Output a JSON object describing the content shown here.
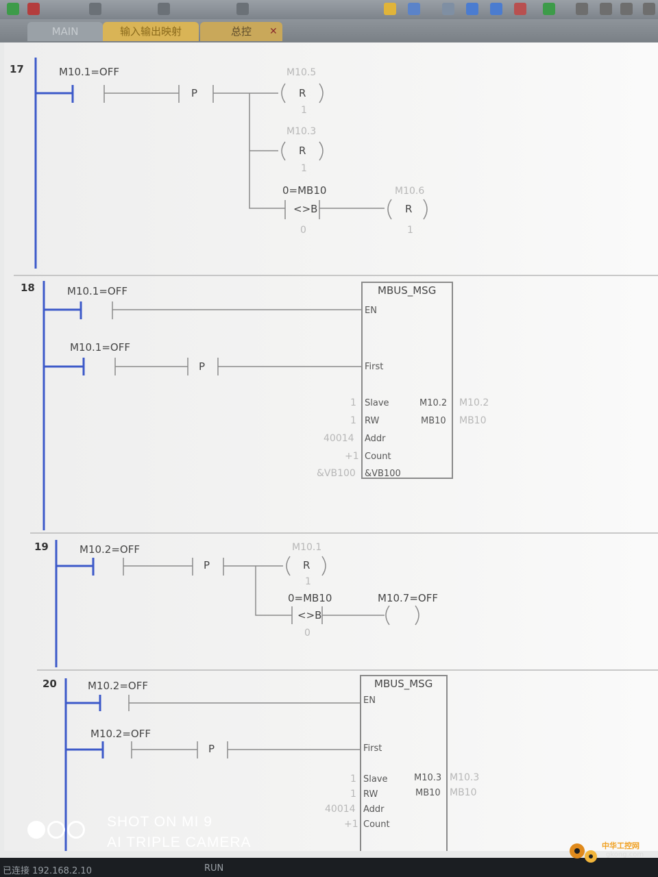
{
  "tabs": [
    {
      "label": "MAIN"
    },
    {
      "label": "输入输出映射"
    },
    {
      "label": "总控"
    }
  ],
  "networks": {
    "n17": {
      "number": "17",
      "contact": "M10.1=OFF",
      "p_label": "P",
      "coil1_addr": "M10.5",
      "coil1_type": "R",
      "coil1_n": "1",
      "coil2_addr": "M10.3",
      "coil2_type": "R",
      "coil2_n": "1",
      "cmp_value": "0=MB10",
      "cmp_op": "<>B",
      "cmp_zero": "0",
      "coil3_addr": "M10.6",
      "coil3_type": "R",
      "coil3_n": "1"
    },
    "n18": {
      "number": "18",
      "contact1": "M10.1=OFF",
      "contact2": "M10.1=OFF",
      "p_label": "P",
      "block_title": "MBUS_MSG",
      "pin_en": "EN",
      "pin_first": "First",
      "pin_slave": "Slave",
      "pin_rw": "RW",
      "pin_addr": "Addr",
      "pin_count": "Count",
      "pin_data": "&VB100",
      "val_slave": "1",
      "val_rw": "1",
      "val_addr": "40014",
      "val_count": "+1",
      "val_data": "&VB100",
      "out_done": "M10.2",
      "out_error": "MB10",
      "out_done_faint": "M10.2",
      "out_error_faint": "MB10"
    },
    "n19": {
      "number": "19",
      "contact": "M10.2=OFF",
      "p_label": "P",
      "coil1_addr": "M10.1",
      "coil1_type": "R",
      "coil1_n": "1",
      "cmp_value": "0=MB10",
      "cmp_op": "<>B",
      "cmp_zero": "0",
      "coil2_addr": "M10.7=OFF"
    },
    "n20": {
      "number": "20",
      "contact1": "M10.2=OFF",
      "contact2": "M10.2=OFF",
      "p_label": "P",
      "block_title": "MBUS_MSG",
      "pin_en": "EN",
      "pin_first": "First",
      "pin_slave": "Slave",
      "pin_rw": "RW",
      "pin_addr": "Addr",
      "pin_count": "Count",
      "val_slave": "1",
      "val_rw": "1",
      "val_addr": "40014",
      "val_count": "+1",
      "out_done": "M10.3",
      "out_error": "MB10",
      "out_done_faint": "M10.3",
      "out_error_faint": "MB10"
    }
  },
  "statusbar": {
    "connection": "已连接 192.168.2.10",
    "mode": "RUN"
  },
  "watermark": {
    "line1": "SHOT ON MI 9",
    "line2": "AI TRIPLE CAMERA"
  },
  "logo": {
    "title": "中华工控网",
    "url": "gkong.com"
  },
  "colors": {
    "rail": "#3c59c9",
    "tab_active": "#d9b456",
    "wire": "#8a8a8a"
  }
}
